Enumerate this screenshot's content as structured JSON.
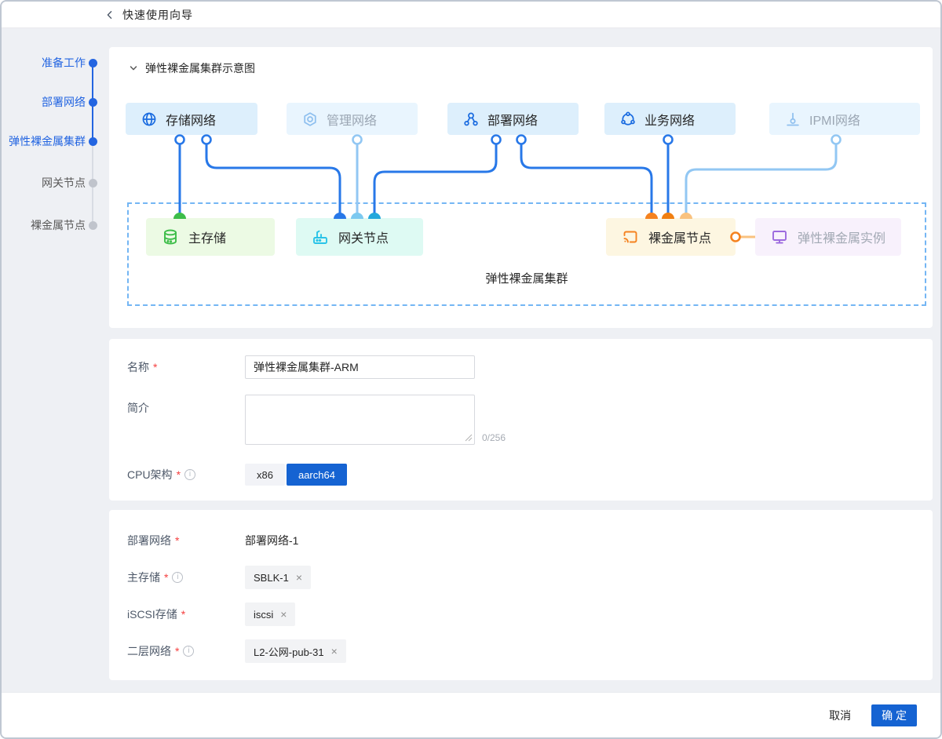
{
  "topbar": {
    "title": "快速使用向导"
  },
  "stepper": {
    "items": [
      {
        "label": "准备工作",
        "state": "done"
      },
      {
        "label": "部署网络",
        "state": "done"
      },
      {
        "label": "弹性裸金属集群",
        "state": "active"
      },
      {
        "label": "网关节点",
        "state": "todo"
      },
      {
        "label": "裸金属节点",
        "state": "todo"
      }
    ]
  },
  "diagram": {
    "section_title": "弹性裸金属集群示意图",
    "cluster_label": "弹性裸金属集群",
    "networks": [
      {
        "label": "存储网络",
        "muted": false
      },
      {
        "label": "管理网络",
        "muted": true
      },
      {
        "label": "部署网络",
        "muted": false
      },
      {
        "label": "业务网络",
        "muted": false
      },
      {
        "label": "IPMI网络",
        "muted": true
      }
    ],
    "nodes": [
      {
        "label": "主存储"
      },
      {
        "label": "网关节点"
      },
      {
        "label": "裸金属节点"
      },
      {
        "label": "弹性裸金属实例"
      }
    ]
  },
  "form1": {
    "name_label": "名称",
    "name_value": "弹性裸金属集群-ARM",
    "desc_label": "简介",
    "desc_value": "",
    "desc_counter": "0/256",
    "cpu_label": "CPU架构",
    "cpu_options": [
      "x86",
      "aarch64"
    ],
    "cpu_selected": "aarch64"
  },
  "form2": {
    "deploy_label": "部署网络",
    "deploy_value": "部署网络-1",
    "storage_label": "主存储",
    "storage_tag": "SBLK-1",
    "iscsi_label": "iSCSI存储",
    "iscsi_tag": "iscsi",
    "l2_label": "二层网络",
    "l2_tag": "L2-公网-pub-31"
  },
  "footer": {
    "cancel": "取消",
    "confirm": "确 定"
  },
  "ui": {
    "required_mark": "*",
    "close_glyph": "×",
    "info_glyph": "i"
  },
  "colors": {
    "accent_blue": "#1563d2",
    "stepper_blue": "#2365e1",
    "line_blue": "#2878e8",
    "line_light_blue": "#92c7f3",
    "endpoint_green": "#3dbd49",
    "endpoint_cyan": "#24a8dc",
    "endpoint_orange": "#f5821f",
    "endpoint_light_orange": "#f9c27f",
    "icon_purple": "#9c6ade",
    "dashed_border": "#74b6f4",
    "net_box_bg": "#ddeffc",
    "net_box_muted_bg": "#e9f5fe",
    "storage_bg": "#ecfae4",
    "gateway_bg": "#defaf3",
    "baremetal_bg": "#fdf6e1",
    "instance_bg": "#f8f1fc"
  }
}
